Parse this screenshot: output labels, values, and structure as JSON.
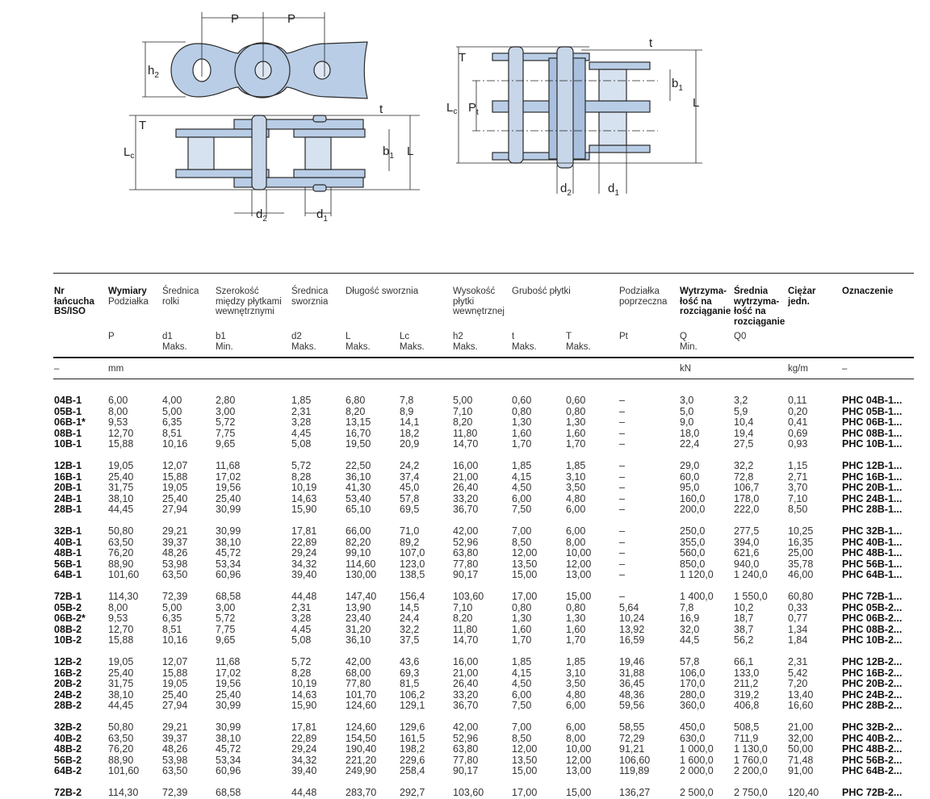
{
  "diagram": {
    "labels": {
      "P": "P",
      "h2": "h",
      "h2_sub": "2",
      "T": "T",
      "t": "t",
      "Lc": "L",
      "Lc_sub": "c",
      "b1": "b",
      "b1_sub": "1",
      "L": "L",
      "d2": "d",
      "d2_sub": "2",
      "d1": "d",
      "d1_sub": "1",
      "Pt": "P",
      "Pt_sub": "t"
    },
    "fill": "#b9cde6",
    "stroke": "#2a2a2a"
  },
  "table": {
    "headers": [
      {
        "title": "Nr łańcucha BS/ISO",
        "bold": true,
        "symbol": "",
        "sub": ""
      },
      {
        "title": "Podziałka",
        "group": "Wymiary",
        "symbol": "P",
        "sub": ""
      },
      {
        "title": "Średnica rolki",
        "symbol": "d1",
        "sub": "Maks."
      },
      {
        "title": "Szerokość między płytkami wewnętrznymi",
        "symbol": "b1",
        "sub": "Min."
      },
      {
        "title": "Średnica sworznia",
        "symbol": "d2",
        "sub": "Maks."
      },
      {
        "title": "Długość sworznia",
        "symbol": "L",
        "sub": "Maks."
      },
      {
        "title": "",
        "symbol": "Lc",
        "sub": "Maks."
      },
      {
        "title": "Wysokość płytki wewnętrznej",
        "symbol": "h2",
        "sub": "Maks."
      },
      {
        "title": "Grubość płytki",
        "symbol": "t",
        "sub": "Maks."
      },
      {
        "title": "",
        "symbol": "T",
        "sub": "Maks."
      },
      {
        "title": "Podziałka poprzeczna",
        "symbol": "Pt",
        "sub": ""
      },
      {
        "title": "Wytrzyma-łość na rozciąganie",
        "bold": true,
        "symbol": "Q",
        "sub": "Min."
      },
      {
        "title": "Średnia wytrzyma-łość na rozciąganie",
        "bold": true,
        "symbol": "Q0",
        "sub": ""
      },
      {
        "title": "Ciężar jedn.",
        "bold": true,
        "symbol": "",
        "sub": ""
      },
      {
        "title": "Oznaczenie",
        "bold": true,
        "symbol": "",
        "sub": ""
      }
    ],
    "units": [
      "–",
      "mm",
      "",
      "",
      "",
      "",
      "",
      "",
      "",
      "",
      "",
      "kN",
      "",
      "kg/m",
      "–"
    ],
    "groups": [
      [
        [
          "04B-1",
          "6,00",
          "4,00",
          "2,80",
          "1,85",
          "6,80",
          "7,8",
          "5,00",
          "0,60",
          "0,60",
          "–",
          "3,0",
          "3,2",
          "0,11",
          "PHC 04B-1..."
        ],
        [
          "05B-1",
          "8,00",
          "5,00",
          "3,00",
          "2,31",
          "8,20",
          "8,9",
          "7,10",
          "0,80",
          "0,80",
          "–",
          "5,0",
          "5,9",
          "0,20",
          "PHC 05B-1..."
        ],
        [
          "06B-1*",
          "9,53",
          "6,35",
          "5,72",
          "3,28",
          "13,15",
          "14,1",
          "8,20",
          "1,30",
          "1,30",
          "–",
          "9,0",
          "10,4",
          "0,41",
          "PHC 06B-1..."
        ],
        [
          "08B-1",
          "12,70",
          "8,51",
          "7,75",
          "4,45",
          "16,70",
          "18,2",
          "11,80",
          "1,60",
          "1,60",
          "–",
          "18,0",
          "19,4",
          "0,69",
          "PHC 08B-1..."
        ],
        [
          "10B-1",
          "15,88",
          "10,16",
          "9,65",
          "5,08",
          "19,50",
          "20,9",
          "14,70",
          "1,70",
          "1,70",
          "–",
          "22,4",
          "27,5",
          "0,93",
          "PHC 10B-1..."
        ]
      ],
      [
        [
          "12B-1",
          "19,05",
          "12,07",
          "11,68",
          "5,72",
          "22,50",
          "24,2",
          "16,00",
          "1,85",
          "1,85",
          "–",
          "29,0",
          "32,2",
          "1,15",
          "PHC 12B-1..."
        ],
        [
          "16B-1",
          "25,40",
          "15,88",
          "17,02",
          "8,28",
          "36,10",
          "37,4",
          "21,00",
          "4,15",
          "3,10",
          "–",
          "60,0",
          "72,8",
          "2,71",
          "PHC 16B-1..."
        ],
        [
          "20B-1",
          "31,75",
          "19,05",
          "19,56",
          "10,19",
          "41,30",
          "45,0",
          "26,40",
          "4,50",
          "3,50",
          "–",
          "95,0",
          "106,7",
          "3,70",
          "PHC 20B-1..."
        ],
        [
          "24B-1",
          "38,10",
          "25,40",
          "25,40",
          "14,63",
          "53,40",
          "57,8",
          "33,20",
          "6,00",
          "4,80",
          "–",
          "160,0",
          "178,0",
          "7,10",
          "PHC 24B-1..."
        ],
        [
          "28B-1",
          "44,45",
          "27,94",
          "30,99",
          "15,90",
          "65,10",
          "69,5",
          "36,70",
          "7,50",
          "6,00",
          "–",
          "200,0",
          "222,0",
          "8,50",
          "PHC 28B-1..."
        ]
      ],
      [
        [
          "32B-1",
          "50,80",
          "29,21",
          "30,99",
          "17,81",
          "66,00",
          "71,0",
          "42,00",
          "7,00",
          "6,00",
          "–",
          "250,0",
          "277,5",
          "10,25",
          "PHC 32B-1..."
        ],
        [
          "40B-1",
          "63,50",
          "39,37",
          "38,10",
          "22,89",
          "82,20",
          "89,2",
          "52,96",
          "8,50",
          "8,00",
          "–",
          "355,0",
          "394,0",
          "16,35",
          "PHC 40B-1..."
        ],
        [
          "48B-1",
          "76,20",
          "48,26",
          "45,72",
          "29,24",
          "99,10",
          "107,0",
          "63,80",
          "12,00",
          "10,00",
          "–",
          "560,0",
          "621,6",
          "25,00",
          "PHC 48B-1..."
        ],
        [
          "56B-1",
          "88,90",
          "53,98",
          "53,34",
          "34,32",
          "114,60",
          "123,0",
          "77,80",
          "13,50",
          "12,00",
          "–",
          "850,0",
          "940,0",
          "35,78",
          "PHC 56B-1..."
        ],
        [
          "64B-1",
          "101,60",
          "63,50",
          "60,96",
          "39,40",
          "130,00",
          "138,5",
          "90,17",
          "15,00",
          "13,00",
          "–",
          "1 120,0",
          "1 240,0",
          "46,00",
          "PHC 64B-1..."
        ]
      ],
      [
        [
          "72B-1",
          "114,30",
          "72,39",
          "68,58",
          "44,48",
          "147,40",
          "156,4",
          "103,60",
          "17,00",
          "15,00",
          "–",
          "1 400,0",
          "1 550,0",
          "60,80",
          "PHC 72B-1..."
        ],
        [
          "05B-2",
          "8,00",
          "5,00",
          "3,00",
          "2,31",
          "13,90",
          "14,5",
          "7,10",
          "0,80",
          "0,80",
          "5,64",
          "7,8",
          "10,2",
          "0,33",
          "PHC 05B-2..."
        ],
        [
          "06B-2*",
          "9,53",
          "6,35",
          "5,72",
          "3,28",
          "23,40",
          "24,4",
          "8,20",
          "1,30",
          "1,30",
          "10,24",
          "16,9",
          "18,7",
          "0,77",
          "PHC 06B-2..."
        ],
        [
          "08B-2",
          "12,70",
          "8,51",
          "7,75",
          "4,45",
          "31,20",
          "32,2",
          "11,80",
          "1,60",
          "1,60",
          "13,92",
          "32,0",
          "38,7",
          "1,34",
          "PHC 08B-2..."
        ],
        [
          "10B-2",
          "15,88",
          "10,16",
          "9,65",
          "5,08",
          "36,10",
          "37,5",
          "14,70",
          "1,70",
          "1,70",
          "16,59",
          "44,5",
          "56,2",
          "1,84",
          "PHC 10B-2..."
        ]
      ],
      [
        [
          "12B-2",
          "19,05",
          "12,07",
          "11,68",
          "5,72",
          "42,00",
          "43,6",
          "16,00",
          "1,85",
          "1,85",
          "19,46",
          "57,8",
          "66,1",
          "2,31",
          "PHC 12B-2..."
        ],
        [
          "16B-2",
          "25,40",
          "15,88",
          "17,02",
          "8,28",
          "68,00",
          "69,3",
          "21,00",
          "4,15",
          "3,10",
          "31,88",
          "106,0",
          "133,0",
          "5,42",
          "PHC 16B-2..."
        ],
        [
          "20B-2",
          "31,75",
          "19,05",
          "19,56",
          "10,19",
          "77,80",
          "81,5",
          "26,40",
          "4,50",
          "3,50",
          "36,45",
          "170,0",
          "211,2",
          "7,20",
          "PHC 20B-2..."
        ],
        [
          "24B-2",
          "38,10",
          "25,40",
          "25,40",
          "14,63",
          "101,70",
          "106,2",
          "33,20",
          "6,00",
          "4,80",
          "48,36",
          "280,0",
          "319,2",
          "13,40",
          "PHC 24B-2..."
        ],
        [
          "28B-2",
          "44,45",
          "27,94",
          "30,99",
          "15,90",
          "124,60",
          "129,1",
          "36,70",
          "7,50",
          "6,00",
          "59,56",
          "360,0",
          "406,8",
          "16,60",
          "PHC 28B-2..."
        ]
      ],
      [
        [
          "32B-2",
          "50,80",
          "29,21",
          "30,99",
          "17,81",
          "124,60",
          "129,6",
          "42,00",
          "7,00",
          "6,00",
          "58,55",
          "450,0",
          "508,5",
          "21,00",
          "PHC 32B-2..."
        ],
        [
          "40B-2",
          "63,50",
          "39,37",
          "38,10",
          "22,89",
          "154,50",
          "161,5",
          "52,96",
          "8,50",
          "8,00",
          "72,29",
          "630,0",
          "711,9",
          "32,00",
          "PHC 40B-2..."
        ],
        [
          "48B-2",
          "76,20",
          "48,26",
          "45,72",
          "29,24",
          "190,40",
          "198,2",
          "63,80",
          "12,00",
          "10,00",
          "91,21",
          "1 000,0",
          "1 130,0",
          "50,00",
          "PHC 48B-2..."
        ],
        [
          "56B-2",
          "88,90",
          "53,98",
          "53,34",
          "34,32",
          "221,20",
          "229,6",
          "77,80",
          "13,50",
          "12,00",
          "106,60",
          "1 600,0",
          "1 760,0",
          "71,48",
          "PHC 56B-2..."
        ],
        [
          "64B-2",
          "101,60",
          "63,50",
          "60,96",
          "39,40",
          "249,90",
          "258,4",
          "90,17",
          "15,00",
          "13,00",
          "119,89",
          "2 000,0",
          "2 200,0",
          "91,00",
          "PHC 64B-2..."
        ]
      ],
      [
        [
          "72B-2",
          "114,30",
          "72,39",
          "68,58",
          "44,48",
          "283,70",
          "292,7",
          "103,60",
          "17,00",
          "15,00",
          "136,27",
          "2 500,0",
          "2 750,0",
          "120,40",
          "PHC 72B-2..."
        ]
      ]
    ]
  }
}
